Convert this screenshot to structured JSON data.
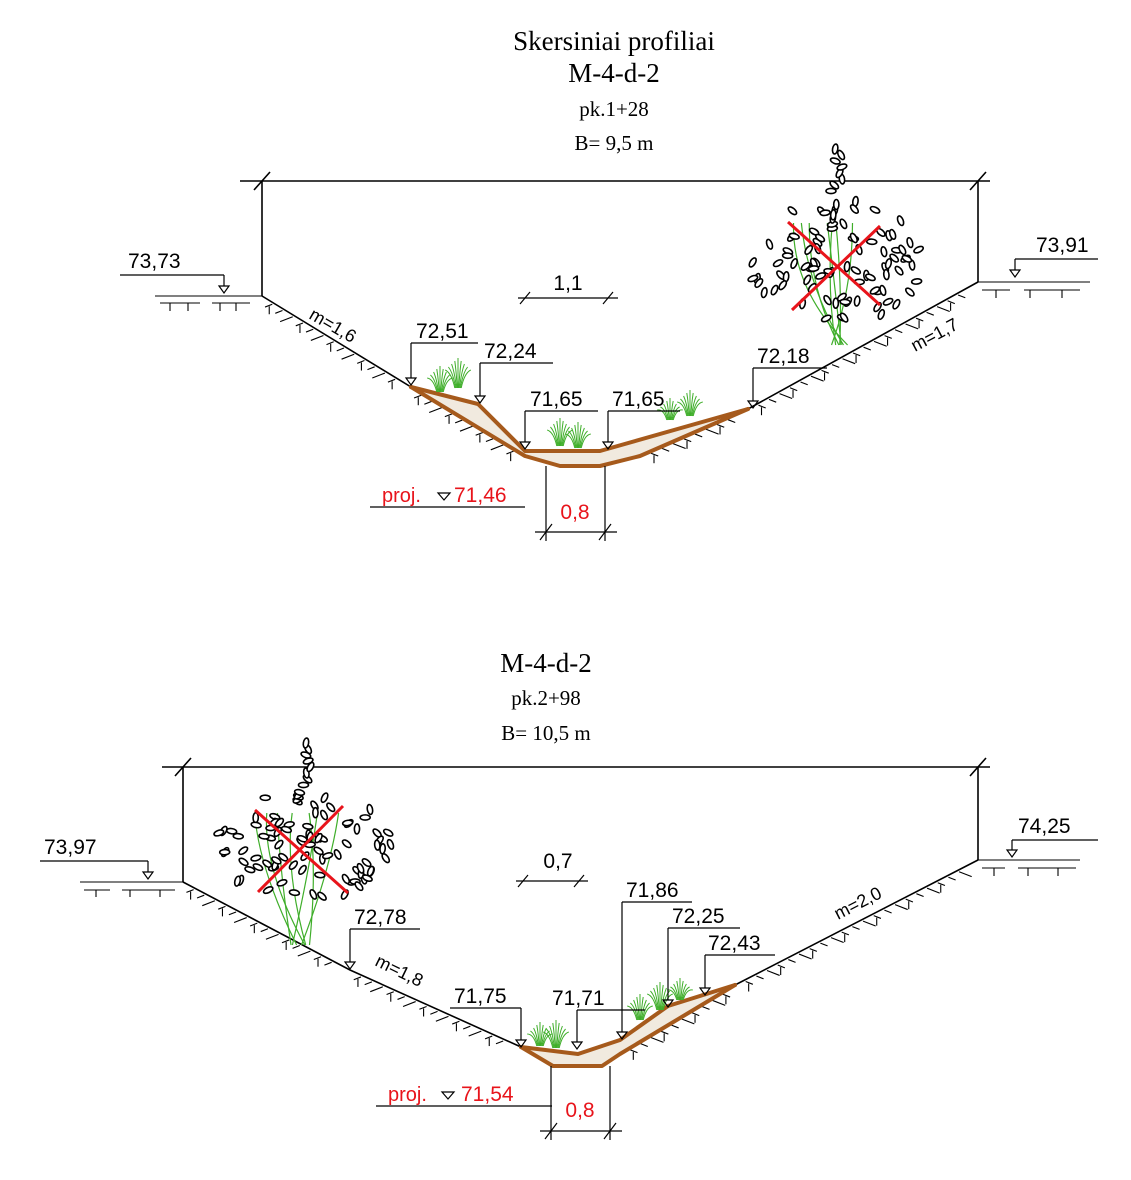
{
  "header": {
    "title": "Skersiniai profiliai"
  },
  "profiles": [
    {
      "code": "M-4-d-2",
      "station": "pk.1+28",
      "width": "B= 9,5 m",
      "left_bank_level": "73,73",
      "right_bank_level": "73,91",
      "bottom_dim": "1,1",
      "left_slope": "m=1,6",
      "right_slope": "m=1,7",
      "levels": [
        "72,51",
        "72,24",
        "71,65",
        "71,65",
        "72,18"
      ],
      "design_label": "proj.",
      "design_level": "71,46",
      "design_bottom_width": "0,8"
    },
    {
      "code": "M-4-d-2",
      "station": "pk.2+98",
      "width": "B= 10,5 m",
      "left_bank_level": "73,97",
      "right_bank_level": "74,25",
      "bottom_dim": "0,7",
      "left_slope": "m=1,8",
      "right_slope": "m=2,0",
      "levels": [
        "72,78",
        "71,75",
        "71,71",
        "71,86",
        "72,25",
        "72,43"
      ],
      "design_label": "proj.",
      "design_level": "71,54",
      "design_bottom_width": "0,8"
    }
  ],
  "colors": {
    "design": "#e8141b",
    "silt": "#a65a1c",
    "vegetation": "#3fae2a"
  }
}
